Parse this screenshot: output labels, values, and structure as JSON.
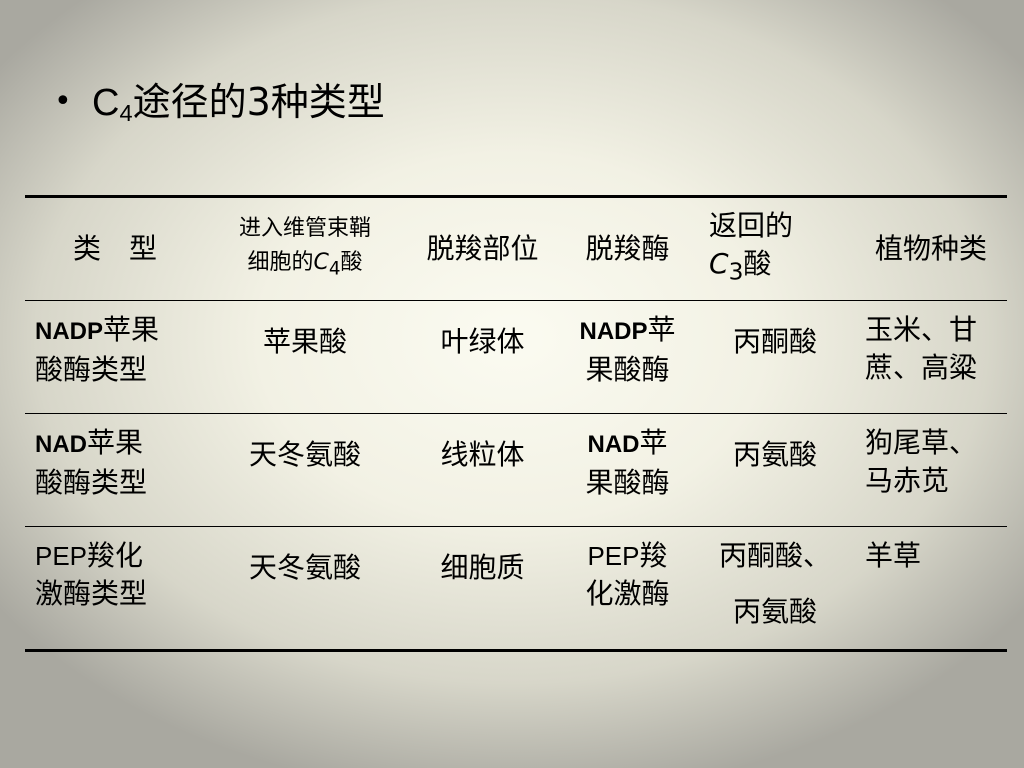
{
  "title": {
    "bullet": "•",
    "prefix": "C",
    "subscript": "4",
    "suffix": "途径的3种类型"
  },
  "table": {
    "headers": {
      "type": "类　型",
      "acid_line1": "进入维管束鞘",
      "acid_line2_prefix": "细胞的",
      "acid_line2_c": "C",
      "acid_line2_sub": "4",
      "acid_line2_suffix": "酸",
      "site": "脱羧部位",
      "enzyme": "脱羧酶",
      "c3_line1": "返回的",
      "c3_c": "C",
      "c3_sub": "3",
      "c3_suffix": "酸",
      "plants": "植物种类"
    },
    "rows": [
      {
        "type_latin": "NADP",
        "type_cn_1": "苹果",
        "type_cn_2": "酸酶类型",
        "acid": "苹果酸",
        "site": "叶绿体",
        "enzyme_latin": "NADP",
        "enzyme_cn_1": "苹",
        "enzyme_cn_2": "果酸酶",
        "c3": "丙酮酸",
        "plants_1": "玉米、甘",
        "plants_2": "蔗、高粱"
      },
      {
        "type_latin": "NAD",
        "type_cn_1": "苹果",
        "type_cn_2": "酸酶类型",
        "acid": "天冬氨酸",
        "site": "线粒体",
        "enzyme_latin": "NAD",
        "enzyme_cn_1": "苹",
        "enzyme_cn_2": "果酸酶",
        "c3": "丙氨酸",
        "plants_1": "狗尾草、",
        "plants_2": "马赤苋"
      },
      {
        "type_latin": "PEP",
        "type_cn_1": "羧化",
        "type_cn_2": "激酶类型",
        "acid": "天冬氨酸",
        "site": "细胞质",
        "enzyme_latin": "PEP",
        "enzyme_cn_1": "羧",
        "enzyme_cn_2": "化激酶",
        "c3_1": "丙酮酸、",
        "c3_2": "丙氨酸",
        "plants_1": "羊草"
      }
    ]
  }
}
